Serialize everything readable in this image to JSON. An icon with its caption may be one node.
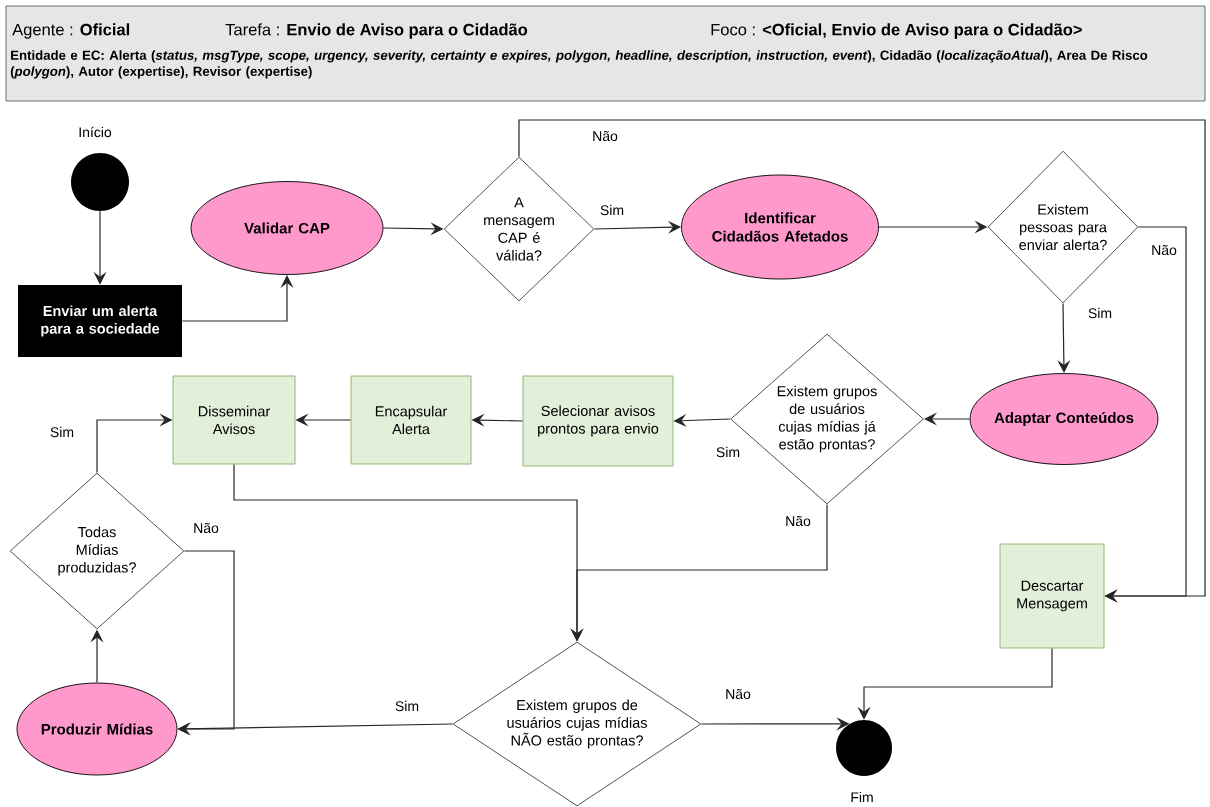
{
  "diagram": {
    "nodes": [
      {
        "text": [
          "Agente : **Oficial**",
          "Tarefa : **Envio de Aviso para o Cidadão**",
          "Foco : **<Oficial, Envio de Aviso para o Cidadão>**",
          "Entidade e EC: Alerta (*status, msgType, scope, urgency, severity, certainty e expires, polygon, headline, description, instruction, event*), Cidadão (*localizaçãoAtual*), Area De Risco (*polygon*), Autor (expertise), Revisor (expertise)"
        ]
      },
      {
        "text": [],
        "shape": "circle",
        "beside": [
          "Início"
        ]
      },
      {
        "text": [
          "Enviar um alerta para a sociedade"
        ]
      },
      {
        "text": [
          "Validar CAP"
        ]
      },
      {
        "text": [
          "A mensagem CAP é válida?"
        ]
      },
      {
        "text": [
          "Identificar Cidadãos Afetados"
        ]
      },
      {
        "text": [
          "Existem pessoas para enviar alerta?"
        ]
      },
      {
        "text": [
          "Adaptar Conteúdos"
        ]
      },
      {
        "text": [
          "Existem grupos de usuários cujas mídias já estão prontas?"
        ]
      },
      {
        "text": [
          "Selecionar avisos prontos para envio"
        ]
      },
      {
        "text": [
          "Encapsular Alerta"
        ]
      },
      {
        "text": [
          "Disseminar Avisos"
        ]
      },
      {
        "text": [
          "Todas Mídias produzidas?"
        ]
      },
      {
        "text": [
          "Produzir Mídias"
        ]
      },
      {
        "text": [
          "Existem grupos de usuários cujas mídias NÃO estão prontas?"
        ]
      },
      {
        "text": [
          "Descartar Mensagem"
        ]
      },
      {
        "text": [],
        "shape": "circle",
        "beside": [
          "Fim"
        ]
      }
    ],
    "edges": [
      {
        "from": 1,
        "to": 2,
        "arrow": "to"
      },
      {
        "from": 2,
        "to": 3,
        "arrow": "to"
      },
      {
        "from": 3,
        "to": 4,
        "arrow": "to"
      },
      {
        "from": 4,
        "to": 5,
        "arrow": "to",
        "label": "Sim"
      },
      {
        "from": 4,
        "to": 15,
        "arrow": "to",
        "label": "Não"
      },
      {
        "from": 5,
        "to": 6,
        "arrow": "to"
      },
      {
        "from": 6,
        "to": 7,
        "arrow": "to",
        "label": "Sim"
      },
      {
        "from": 6,
        "to": 15,
        "arrow": "to",
        "label": "Não"
      },
      {
        "from": 7,
        "to": 8,
        "arrow": "to"
      },
      {
        "from": 8,
        "to": 9,
        "arrow": "to",
        "label": "Sim"
      },
      {
        "from": 9,
        "to": 10,
        "arrow": "to"
      },
      {
        "from": 10,
        "to": 11,
        "arrow": "to"
      },
      {
        "from": 8,
        "to": 14,
        "arrow": "to",
        "label": "Não"
      },
      {
        "from": 11,
        "to": 14,
        "arrow": "to"
      },
      {
        "from": 14,
        "to": 13,
        "arrow": "to",
        "label": "Sim"
      },
      {
        "from": 14,
        "to": 16,
        "arrow": "to",
        "label": "Não"
      },
      {
        "from": 15,
        "to": 16,
        "arrow": "to"
      },
      {
        "from": 13,
        "to": 12,
        "arrow": "to"
      },
      {
        "from": 12,
        "to": 11,
        "arrow": "to",
        "label": "Sim"
      },
      {
        "from": 12,
        "to": 13,
        "arrow": "to",
        "label": "Não"
      }
    ]
  }
}
